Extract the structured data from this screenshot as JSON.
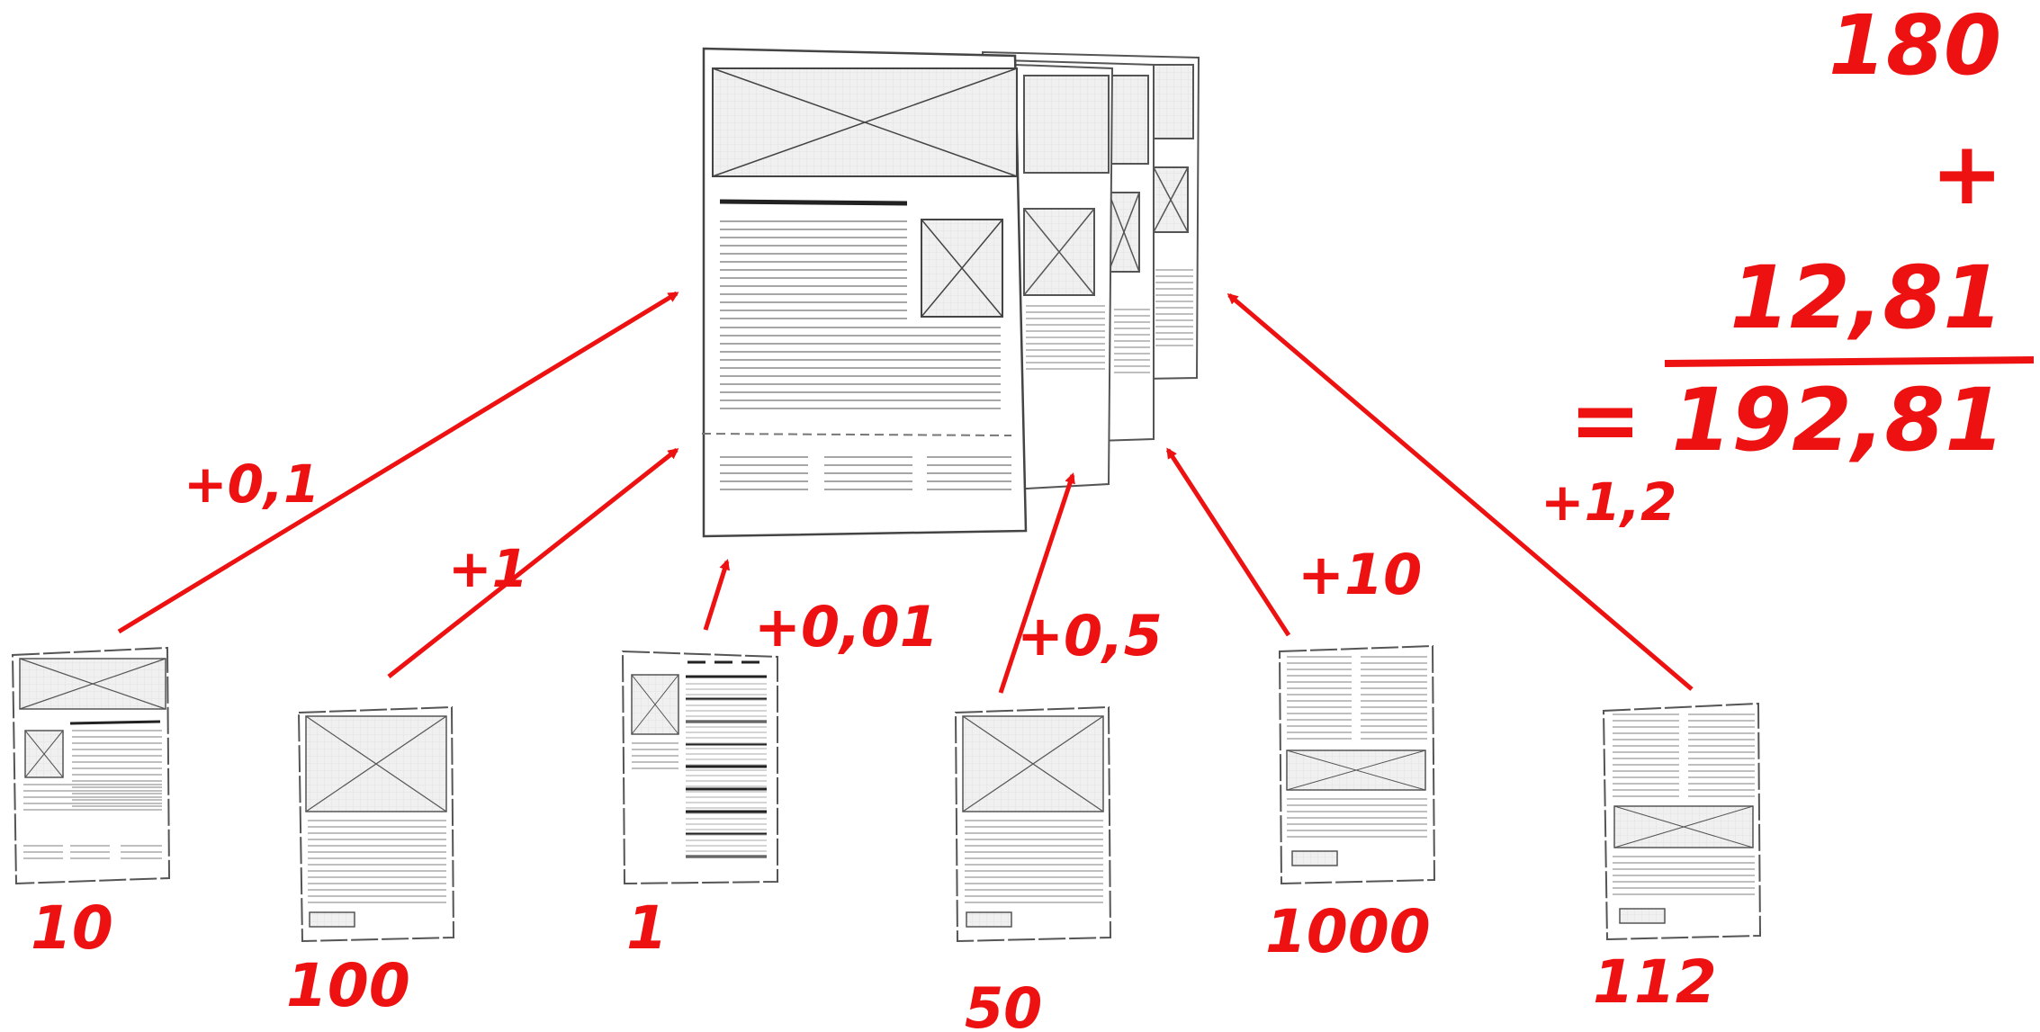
{
  "colors": {
    "annotation": "#ee1111",
    "sketch": "#444444",
    "placeholder_fill": "#eeeeee",
    "text_line": "#888888"
  },
  "target_page": {
    "icon": "wireframe-page-stack-icon"
  },
  "source_pages": [
    {
      "id": "a",
      "count": "10",
      "contribution": "+0,1",
      "icon": "wireframe-article-icon"
    },
    {
      "id": "b",
      "count": "100",
      "contribution": "+1",
      "icon": "wireframe-landing-page-icon"
    },
    {
      "id": "c",
      "count": "1",
      "contribution": "+0,01",
      "icon": "wireframe-list-page-icon"
    },
    {
      "id": "d",
      "count": "50",
      "contribution": "+0,5",
      "icon": "wireframe-landing-page-icon"
    },
    {
      "id": "e",
      "count": "1000",
      "contribution": "+10",
      "icon": "wireframe-two-column-page-icon"
    },
    {
      "id": "f",
      "count": "112",
      "contribution": "+1,2",
      "icon": "wireframe-two-column-page-icon"
    }
  ],
  "calculation": {
    "base": "180",
    "operator": "+",
    "addend": "12,81",
    "result": "= 192,81"
  }
}
